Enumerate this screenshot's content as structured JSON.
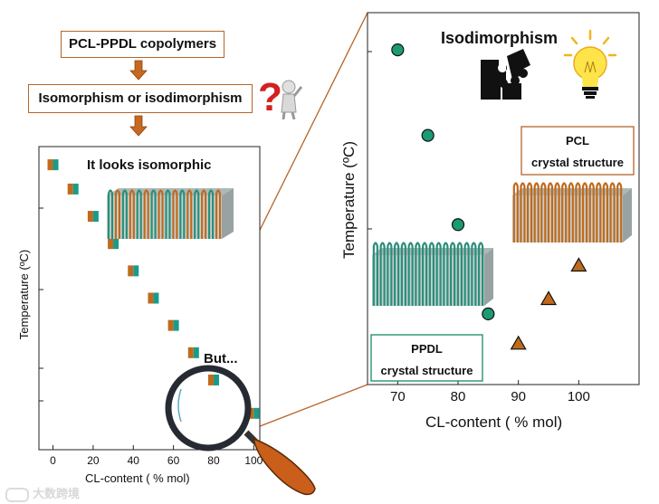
{
  "flow": {
    "box1": "PCL-PPDL copolymers",
    "box2": "Isomorphism or isodimorphism"
  },
  "left_chart": {
    "title": "It looks isomorphic",
    "annotation": "But...",
    "xlabel": "CL-content ( % mol)",
    "ylabel": "Temperature (ºC)",
    "xticks": [
      "0",
      "20",
      "40",
      "60",
      "80",
      "100"
    ]
  },
  "right_chart": {
    "title": "Isodimorphism",
    "xlabel": "CL-content ( % mol)",
    "ylabel": "Temperature (ºC)",
    "xticks": [
      "70",
      "80",
      "90",
      "100"
    ],
    "pcl_label_1": "PCL",
    "pcl_label_2": "crystal structure",
    "ppdl_label_1": "PPDL",
    "ppdl_label_2": "crystal structure"
  },
  "watermark": "大数跨境",
  "chart_data": [
    {
      "type": "scatter",
      "title": "It looks isomorphic",
      "xlabel": "CL-content ( % mol)",
      "ylabel": "Temperature (ºC)",
      "xlim": [
        -7,
        103
      ],
      "x": [
        0,
        10,
        20,
        30,
        40,
        50,
        60,
        70,
        80,
        100
      ],
      "y_relative": [
        0.94,
        0.86,
        0.77,
        0.68,
        0.59,
        0.5,
        0.41,
        0.32,
        0.23,
        0.12
      ],
      "marker": "square, half orange half teal"
    },
    {
      "type": "scatter",
      "title": "Isodimorphism",
      "xlabel": "CL-content ( % mol)",
      "ylabel": "Temperature (ºC)",
      "xlim": [
        65,
        110
      ],
      "series": [
        {
          "marker": "circle",
          "color": "#1a9b73",
          "x": [
            70,
            75,
            80,
            85
          ],
          "y_relative": [
            0.9,
            0.67,
            0.43,
            0.19
          ]
        },
        {
          "marker": "triangle",
          "color": "#c06a1c",
          "x": [
            90,
            95,
            100
          ],
          "y_relative": [
            0.11,
            0.23,
            0.32
          ]
        }
      ]
    }
  ]
}
